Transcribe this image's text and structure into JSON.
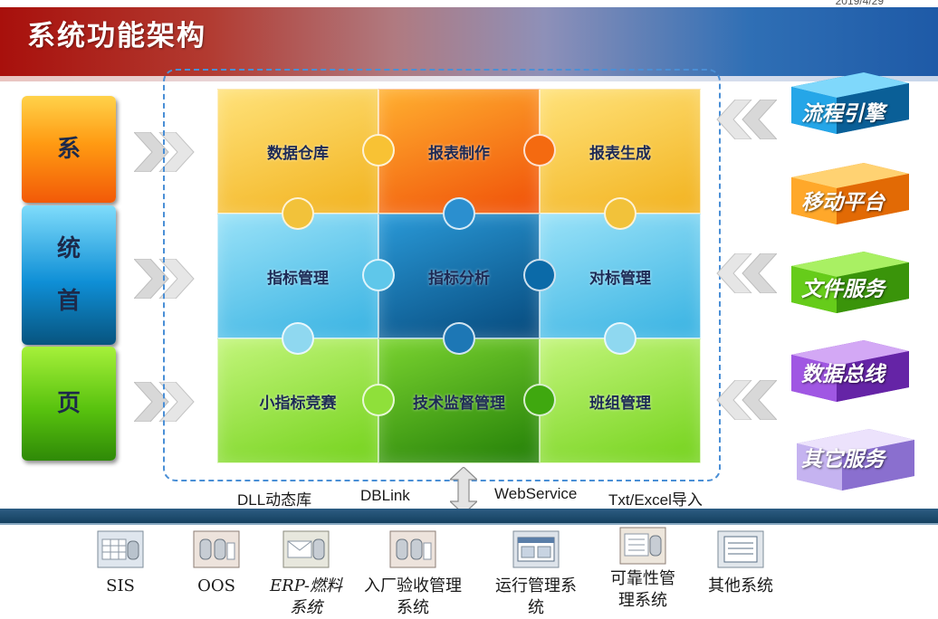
{
  "header": {
    "title": "系统功能架构",
    "date": "2019/4/29"
  },
  "left_column": {
    "chars": [
      "系",
      "统",
      "首",
      "页"
    ]
  },
  "puzzle": {
    "pieces": [
      {
        "label": "数据仓库",
        "color": "#f6c63a"
      },
      {
        "label": "报表制作",
        "color": "#f46a10"
      },
      {
        "label": "报表生成",
        "color": "#f6c63a"
      },
      {
        "label": "指标管理",
        "color": "#5fc7ea"
      },
      {
        "label": "指标分析",
        "color": "#0b6aa8"
      },
      {
        "label": "对标管理",
        "color": "#5fc7ea"
      },
      {
        "label": "小指标竞赛",
        "color": "#8fe03a"
      },
      {
        "label": "技术监督管理",
        "color": "#3fa80f"
      },
      {
        "label": "班组管理",
        "color": "#8fe03a"
      }
    ]
  },
  "right_services": [
    {
      "label": "流程引擎",
      "color": "#1fa0e0"
    },
    {
      "label": "移动平台",
      "color": "#ff9a10"
    },
    {
      "label": "文件服务",
      "color": "#5ccc14"
    },
    {
      "label": "数据总线",
      "color": "#9b49d8"
    },
    {
      "label": "其它服务",
      "color": "#b9a3ec"
    }
  ],
  "interfaces": {
    "dll": "DLL动态库",
    "dblink": "DBLink",
    "webservice": "WebService",
    "txt": "Txt/Excel导入"
  },
  "systems": [
    {
      "line1": "SIS",
      "line2": ""
    },
    {
      "line1": "OOS",
      "line2": ""
    },
    {
      "line1": "ERP-燃料",
      "line2": "系统"
    },
    {
      "line1": "入厂验收管理",
      "line2": "系统"
    },
    {
      "line1": "运行管理系",
      "line2": "统"
    },
    {
      "line1": "可靠性管",
      "line2": "理系统"
    },
    {
      "line1": "其他系统",
      "line2": ""
    }
  ]
}
